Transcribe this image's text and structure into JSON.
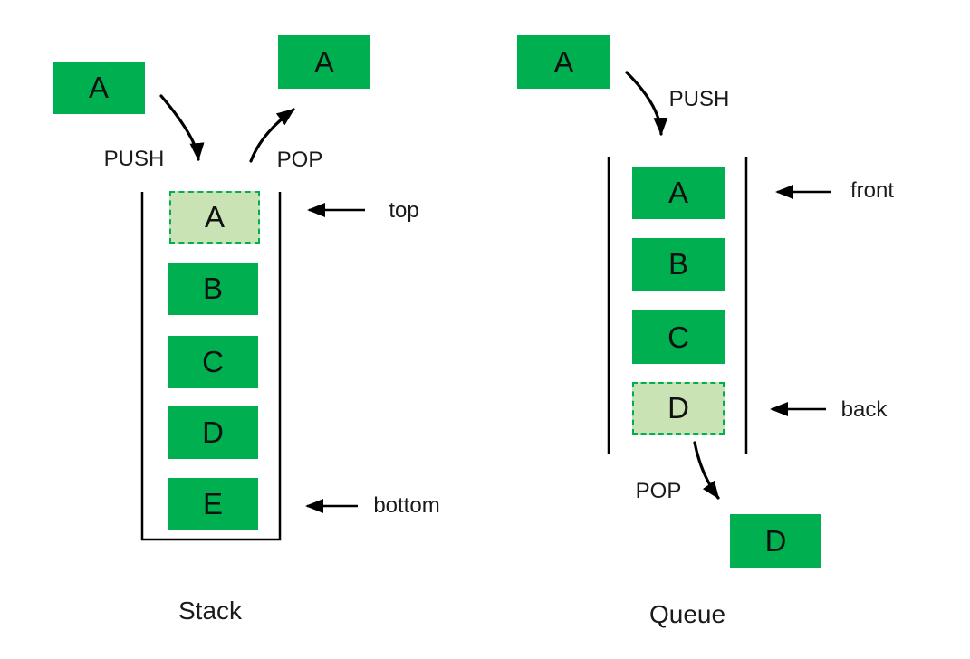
{
  "diagram_type": "stack-and-queue-data-structures",
  "colors": {
    "solid_box_fill": "#00B050",
    "highlight_box_fill": "#C9E3B5",
    "highlight_box_border": "#00B050",
    "line_ink": "#000000",
    "text_ink": "#1a1a1a"
  },
  "stack": {
    "caption": "Stack",
    "push_label": "PUSH",
    "pop_label": "POP",
    "incoming_item": "A",
    "outgoing_item": "A",
    "top_pointer": "top",
    "bottom_pointer": "bottom",
    "items": [
      {
        "label": "A",
        "style": "dashed-highlight"
      },
      {
        "label": "B",
        "style": "solid"
      },
      {
        "label": "C",
        "style": "solid"
      },
      {
        "label": "D",
        "style": "solid"
      },
      {
        "label": "E",
        "style": "solid"
      }
    ]
  },
  "queue": {
    "caption": "Queue",
    "push_label": "PUSH",
    "pop_label": "POP",
    "incoming_item": "A",
    "outgoing_item": "D",
    "front_pointer": "front",
    "back_pointer": "back",
    "items": [
      {
        "label": "A",
        "style": "solid"
      },
      {
        "label": "B",
        "style": "solid"
      },
      {
        "label": "C",
        "style": "solid"
      },
      {
        "label": "D",
        "style": "dashed-highlight"
      }
    ]
  }
}
